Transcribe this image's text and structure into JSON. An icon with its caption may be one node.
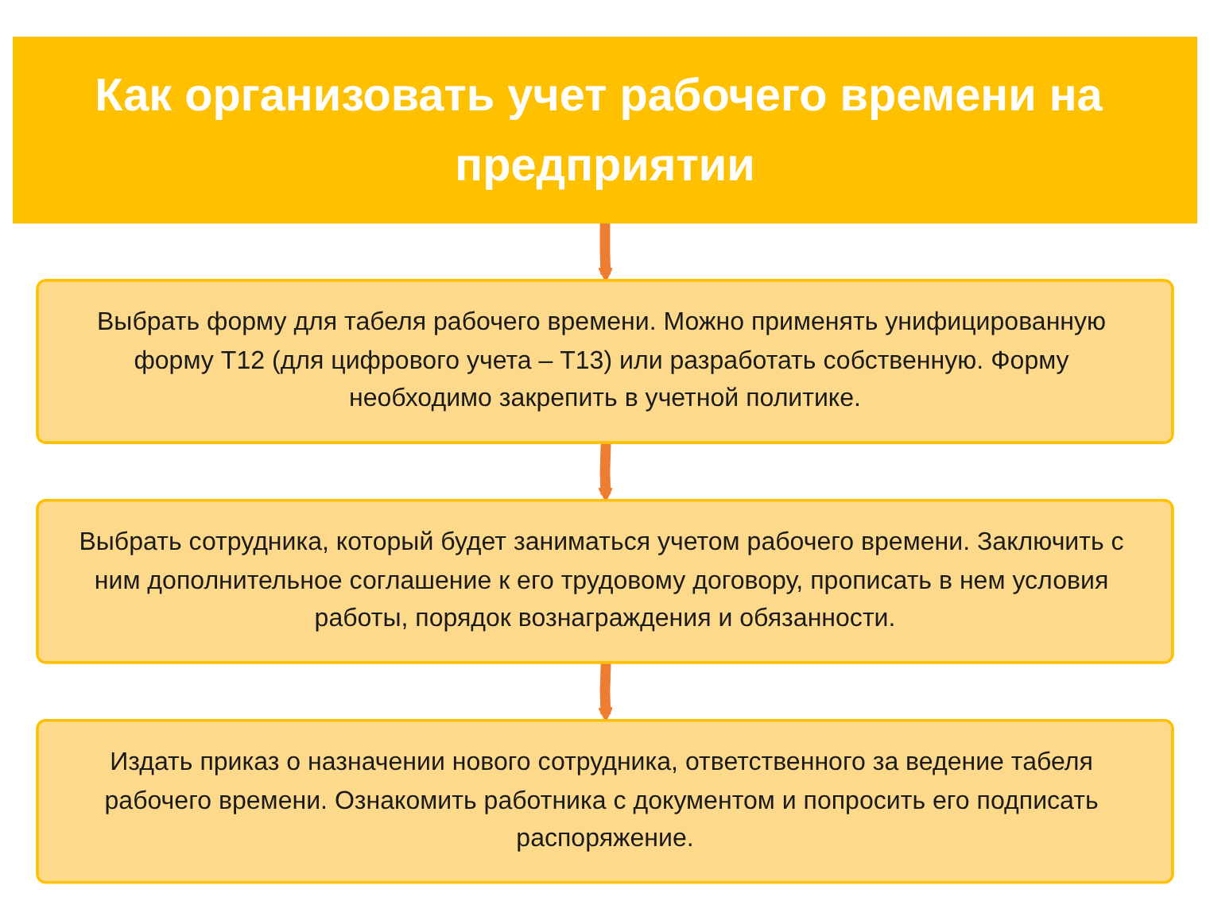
{
  "diagram": {
    "nodes": [
      {
        "text": [
          "Как организовать учет рабочего времени на предприятии"
        ]
      },
      {
        "text": [
          "Выбрать форму для табеля рабочего времени. Можно применять унифицированную форму Т12 (для цифрового учета – Т13) или разработать собственную. Форму необходимо закрепить в учетной политике."
        ]
      },
      {
        "text": [
          "Выбрать сотрудника, который будет заниматься учетом рабочего времени. Заключить с ним дополнительное соглашение к его трудовому договору, прописать в нем условия работы, порядок вознаграждения и обязанности."
        ]
      },
      {
        "text": [
          "Издать приказ о назначении нового сотрудника, ответственного за ведение табеля рабочего времени. Ознакомить работника с документом и попросить его подписать распоряжение."
        ]
      }
    ],
    "edges": [
      {
        "from": 0,
        "to": 1,
        "arrow": "to"
      },
      {
        "from": 1,
        "to": 2,
        "arrow": "to"
      },
      {
        "from": 2,
        "to": 3,
        "arrow": "to"
      }
    ]
  }
}
